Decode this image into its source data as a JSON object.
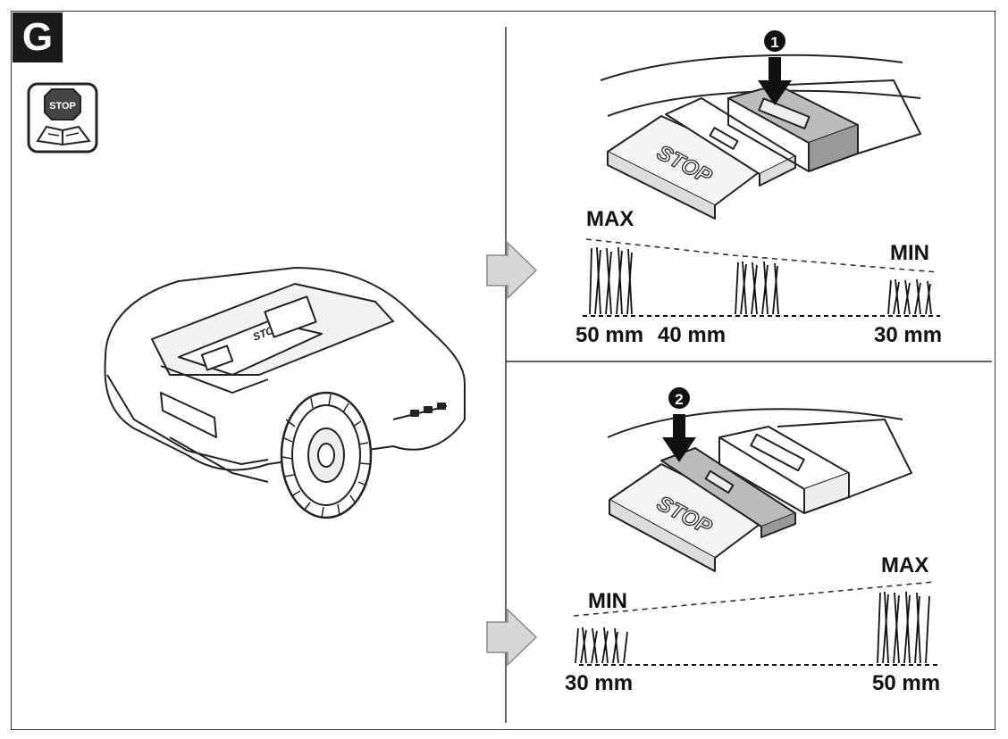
{
  "figure": {
    "badge": "G",
    "manual_icon_text": "STOP",
    "mower_button_text": "STOP",
    "panel_top": {
      "step": "1",
      "button_text": "STOP",
      "max_label": "MAX",
      "min_label": "MIN",
      "height_left": "50 mm",
      "height_mid": "40 mm",
      "height_right": "30 mm"
    },
    "panel_bottom": {
      "step": "2",
      "button_text": "STOP",
      "min_label": "MIN",
      "max_label": "MAX",
      "height_left": "30 mm",
      "height_right": "50 mm"
    }
  }
}
